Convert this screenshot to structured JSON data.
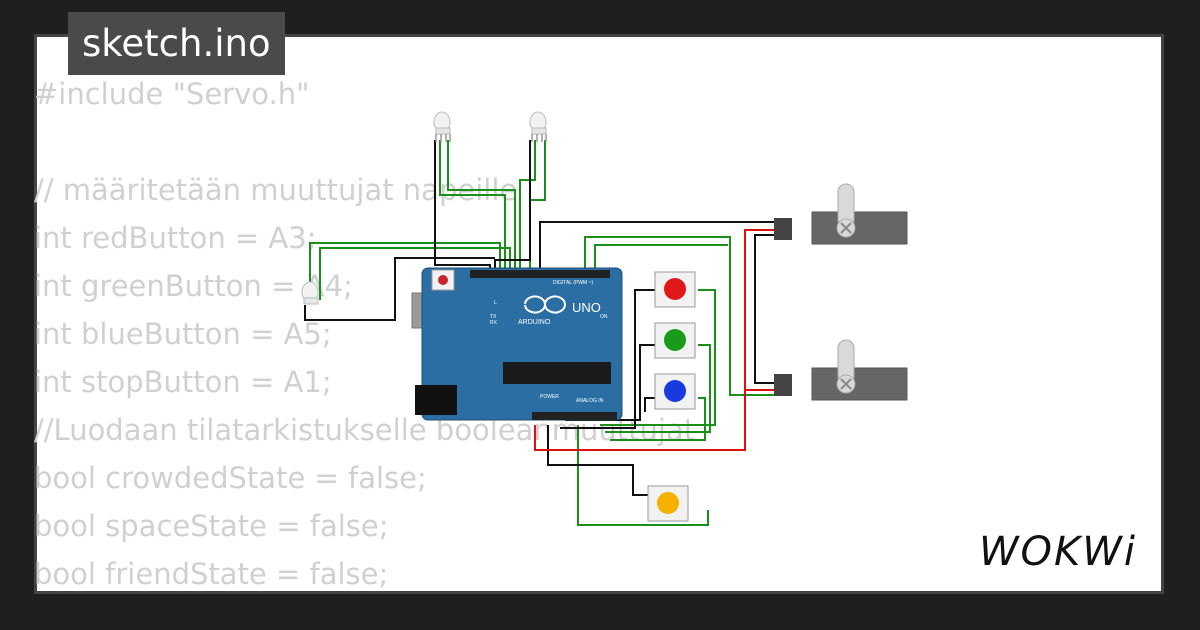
{
  "title": "sketch.ino",
  "code_lines": [
    "#include \"Servo.h\"",
    "",
    "// määritetään muuttujat napeille",
    "int redButton = A3;",
    "int greenButton = A4;",
    "int blueButton = A5;",
    "int stopButton = A1;",
    "//Luodaan tilatarkistukselle booleanmuuttujat",
    "bool crowdedState = false;",
    "bool spaceState = false;",
    "bool friendState = false;"
  ],
  "board": {
    "name": "UNO",
    "brand": "ARDUINO",
    "digital_label": "DIGITAL (PWM ~)",
    "analog_label": "ANALOG IN",
    "power_label": "POWER",
    "led_labels": [
      "L",
      "TX",
      "RX",
      "ON"
    ]
  },
  "colors": {
    "board": "#2b6ea3",
    "wire_green": "#1a8f1a",
    "wire_black": "#111111",
    "wire_red": "#e01010",
    "button_red": "#e01818",
    "button_green": "#1a9a1a",
    "button_blue": "#1a3ae0",
    "button_yellow": "#f5b000",
    "servo_body": "#666666",
    "servo_horn": "#d9d9d9"
  },
  "logo": "WOKWi"
}
